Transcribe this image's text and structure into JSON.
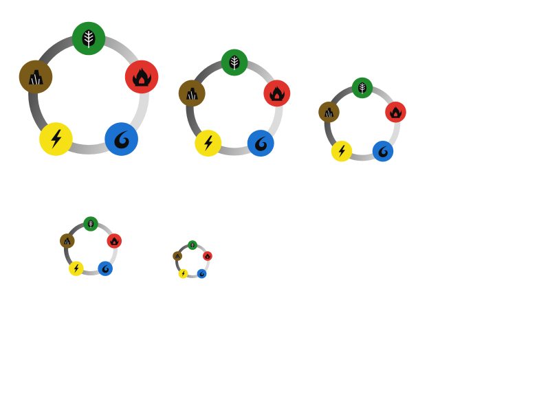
{
  "canvas": {
    "background": "#ffffff"
  },
  "colors": {
    "ring_dark": "#3d3d3d",
    "ring_mid": "#8a8a8a",
    "ring_light": "#dcdcdc",
    "icon_shadow": "#111111"
  },
  "element_types": [
    {
      "key": "grass",
      "icon": "leaf-icon",
      "color": "#1f8b2c"
    },
    {
      "key": "fire",
      "icon": "flame-icon",
      "color": "#e0332b"
    },
    {
      "key": "water",
      "icon": "water-drop-icon",
      "color": "#1c72d0"
    },
    {
      "key": "lightning",
      "icon": "lightning-bolt-icon",
      "color": "#f6e117"
    },
    {
      "key": "fighting",
      "icon": "rock-icon",
      "color": "#7a5a18"
    }
  ],
  "wheels": [
    {
      "name": "type-wheel-large"
    },
    {
      "name": "type-wheel-medium"
    },
    {
      "name": "type-wheel-small"
    },
    {
      "name": "type-wheel-smaller"
    },
    {
      "name": "type-wheel-smallest"
    }
  ]
}
